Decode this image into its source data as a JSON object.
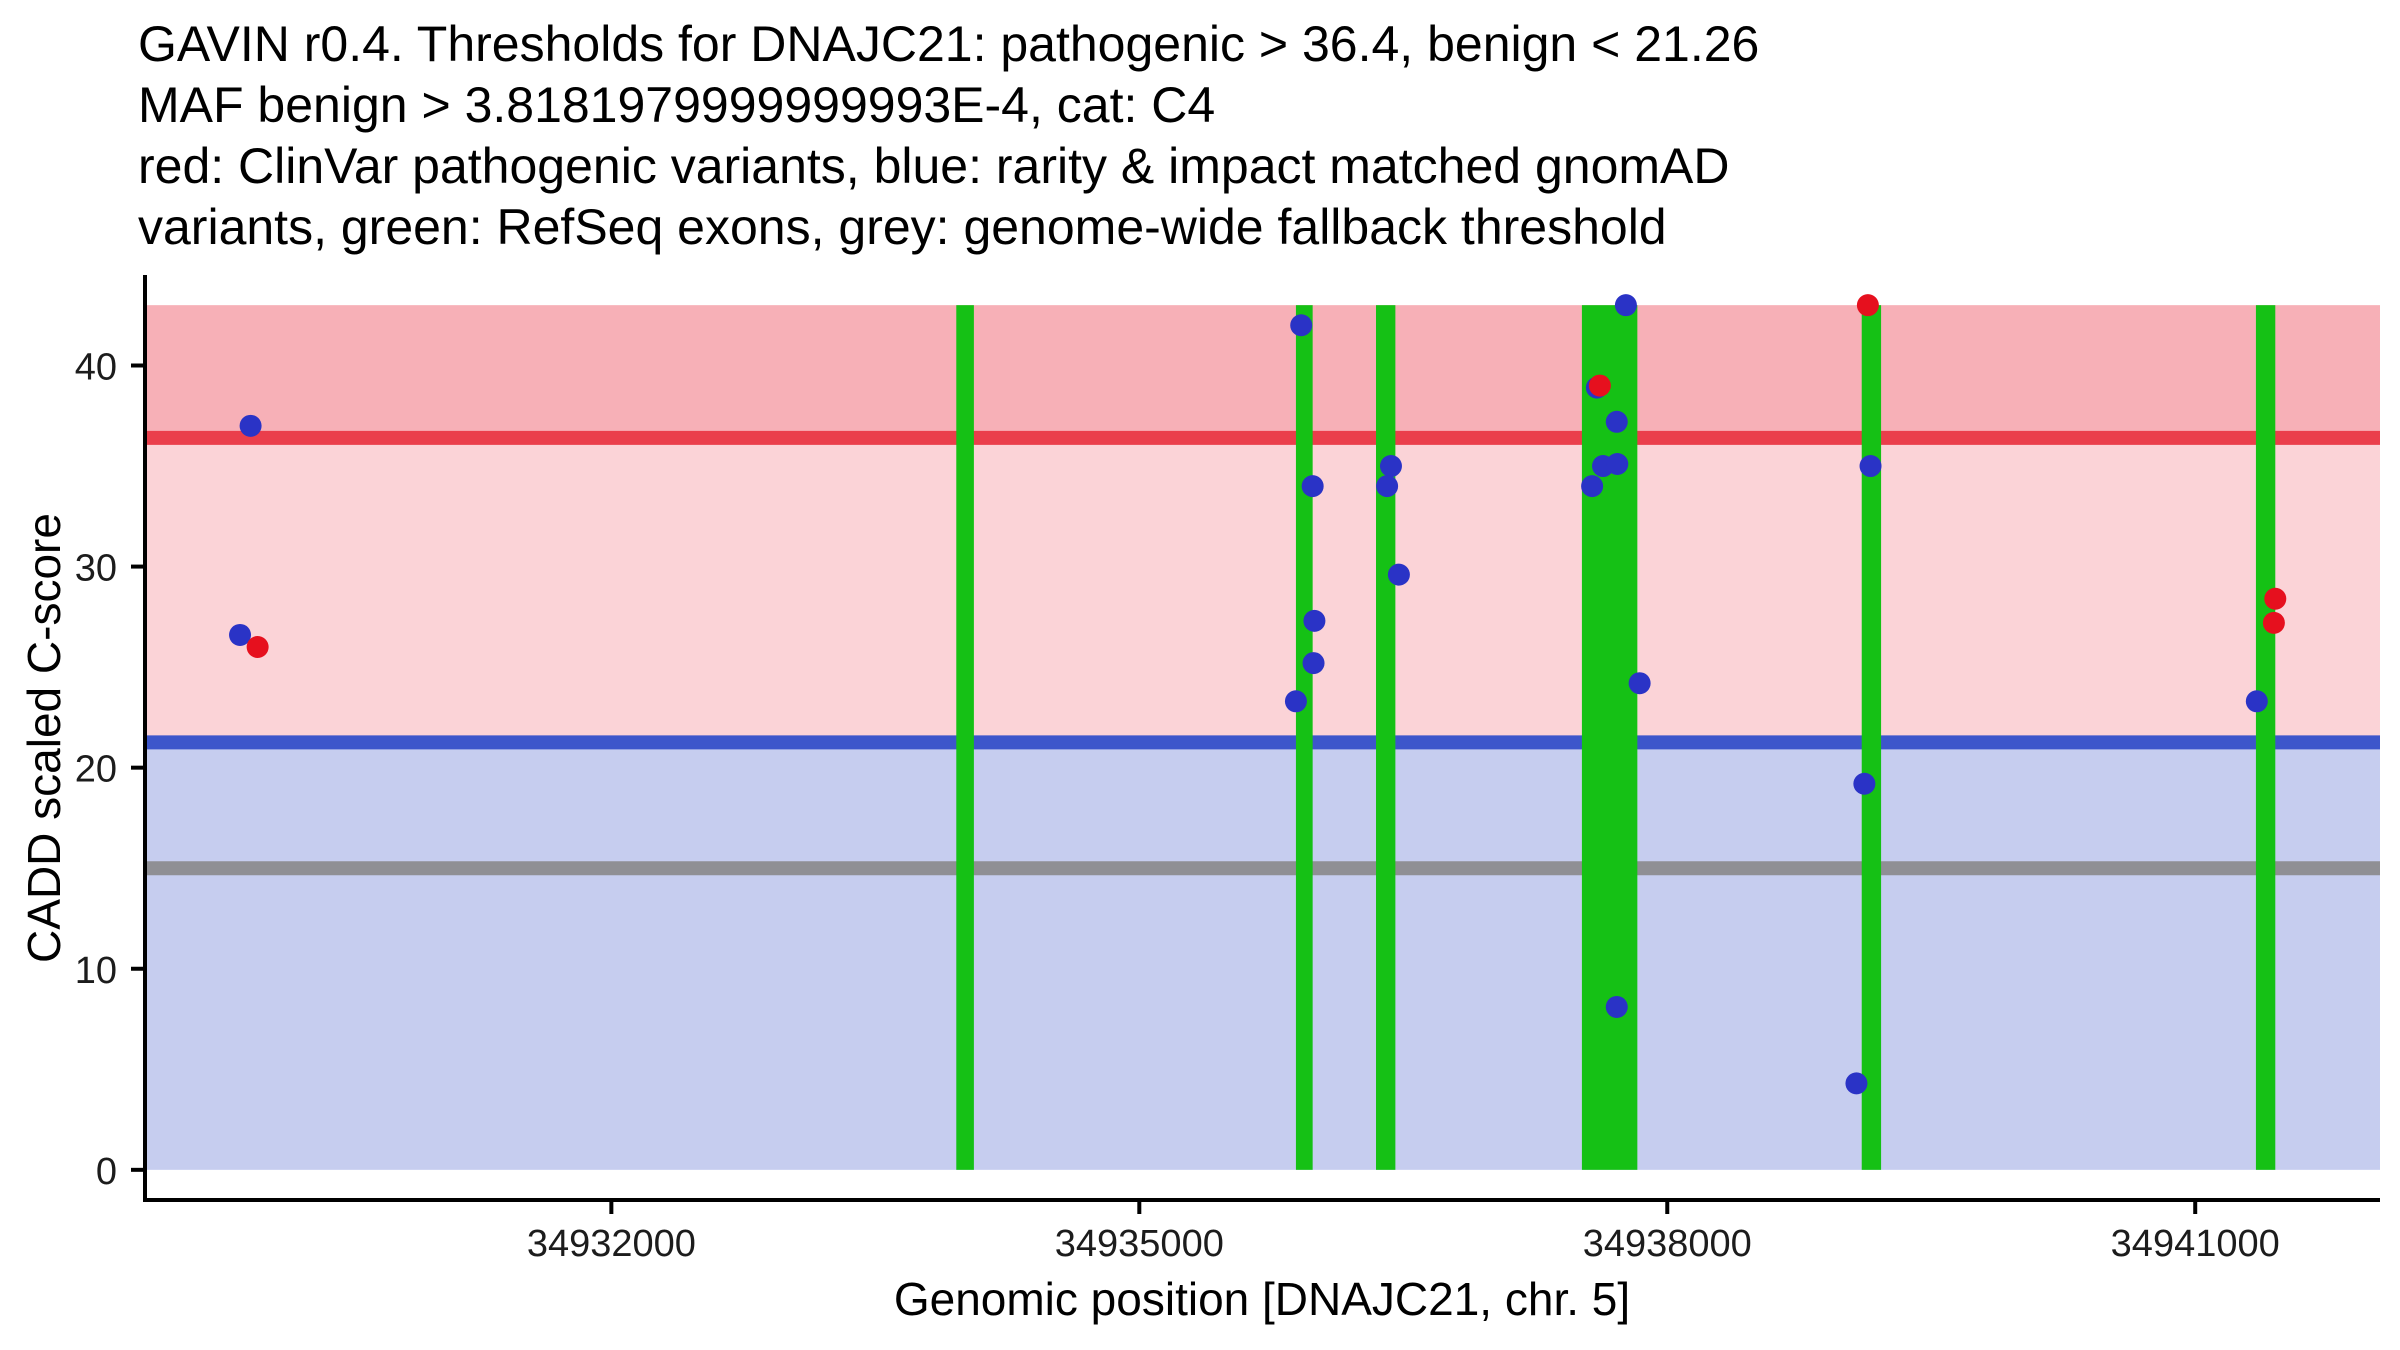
{
  "title": {
    "lines": [
      "GAVIN r0.4. Thresholds for DNAJC21: pathogenic > 36.4, benign < 21.26",
      "MAF benign > 3.8181979999999993E-4, cat: C4",
      "red: ClinVar pathogenic variants, blue: rarity & impact matched gnomAD",
      "variants, green: RefSeq exons, grey: genome-wide fallback threshold"
    ]
  },
  "chart_data": {
    "type": "scatter",
    "title": "GAVIN r0.4. Thresholds for DNAJC21: pathogenic > 36.4, benign < 21.26 MAF benign > 3.8181979999999993E-4, cat: C4",
    "subtitle": "red: ClinVar pathogenic variants, blue: rarity & impact matched gnomAD variants, green: RefSeq exons, grey: genome-wide fallback threshold",
    "xlabel": "Genomic position [DNAJC21, chr. 5]",
    "ylabel": "CADD scaled C-score",
    "gene": "DNAJC21",
    "category": "C4",
    "maf_benign": "3.8181979999999993E-4",
    "xlim": [
      34929350,
      34942050
    ],
    "ylim": [
      -1.5,
      44.5
    ],
    "x_ticks": [
      34932000,
      34935000,
      34938000,
      34941000
    ],
    "y_ticks": [
      0,
      10,
      20,
      30,
      40
    ],
    "grid": false,
    "legend": "none",
    "band_top": 43.0,
    "regions": [
      {
        "name": "benign",
        "from": 0,
        "to": 21.26,
        "color": "#c6cdef"
      },
      {
        "name": "intermediate",
        "from": 21.26,
        "to": 36.4,
        "color": "#fbd3d7"
      },
      {
        "name": "pathogenic",
        "from": 36.4,
        "to": 43.0,
        "color": "#f7b0b7"
      }
    ],
    "threshold_lines": [
      {
        "name": "genome-wide-fallback",
        "value": 15,
        "color": "#8f8f94"
      },
      {
        "name": "benign",
        "value": 21.26,
        "color": "#3d56cb"
      },
      {
        "name": "pathogenic",
        "value": 36.4,
        "color": "#ea3e4b"
      }
    ],
    "exon_color": "#15c115",
    "exons": [
      {
        "start": 34933960,
        "end": 34934060
      },
      {
        "start": 34935890,
        "end": 34935985
      },
      {
        "start": 34936345,
        "end": 34936455
      },
      {
        "start": 34937515,
        "end": 34937830
      },
      {
        "start": 34939105,
        "end": 34939215
      },
      {
        "start": 34941345,
        "end": 34941455
      }
    ],
    "series": [
      {
        "id": "gnomad",
        "name": "rarity & impact matched gnomAD variants",
        "color": "#2a33c6",
        "points": [
          [
            34929890,
            26.6
          ],
          [
            34929950,
            37.0
          ],
          [
            34935920,
            42.0
          ],
          [
            34935985,
            34.0
          ],
          [
            34935995,
            27.3
          ],
          [
            34935990,
            25.2
          ],
          [
            34935890,
            23.3
          ],
          [
            34936430,
            35.0
          ],
          [
            34936408,
            34.0
          ],
          [
            34936475,
            29.6
          ],
          [
            34937600,
            38.9
          ],
          [
            34937765,
            43.0
          ],
          [
            34937713,
            37.2
          ],
          [
            34937635,
            35.0
          ],
          [
            34937716,
            35.1
          ],
          [
            34937573,
            34.0
          ],
          [
            34937843,
            24.2
          ],
          [
            34937713,
            8.1
          ],
          [
            34939155,
            35.0
          ],
          [
            34939120,
            19.2
          ],
          [
            34939075,
            4.3
          ],
          [
            34941350,
            23.3
          ]
        ]
      },
      {
        "id": "clinvar",
        "name": "ClinVar pathogenic variants",
        "color": "#e6101e",
        "points": [
          [
            34929990,
            26.0
          ],
          [
            34937617,
            39.0
          ],
          [
            34939140,
            43.0
          ],
          [
            34941447,
            27.2
          ],
          [
            34941455,
            28.4
          ]
        ]
      }
    ]
  }
}
